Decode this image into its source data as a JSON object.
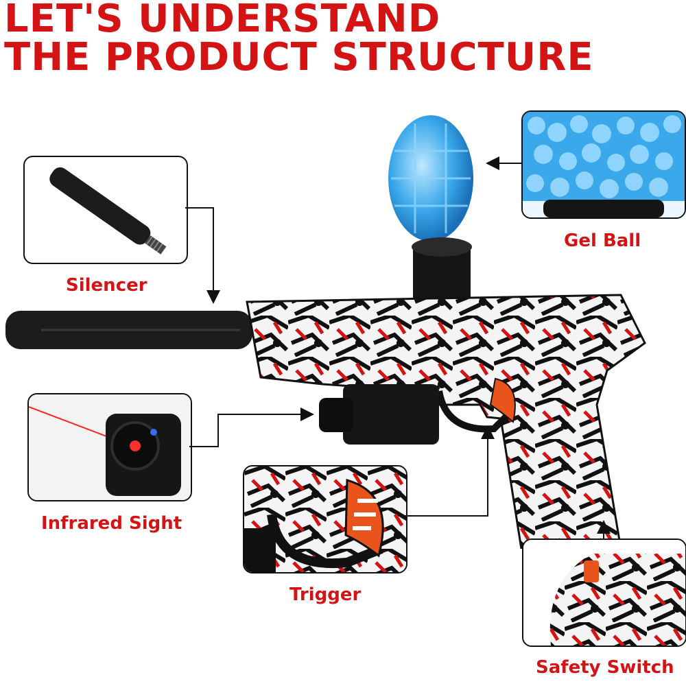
{
  "title": {
    "line1": "LET'S UNDERSTAND",
    "line2": "THE PRODUCT STRUCTURE"
  },
  "callouts": {
    "silencer": "Silencer",
    "gel_ball": "Gel Ball",
    "infrared_sight": "Infrared Sight",
    "trigger": "Trigger",
    "safety_switch": "Safety Switch"
  },
  "colors": {
    "accent_red": "#d41414",
    "gel_blue": "#3aa8ea",
    "frame_black": "#111111",
    "trigger_orange": "#e8541c"
  }
}
